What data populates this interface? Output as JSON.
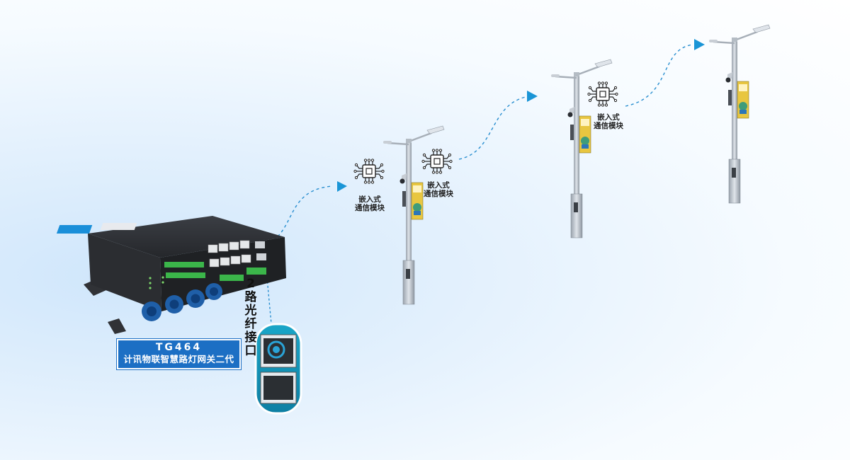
{
  "device": {
    "model": "TG464",
    "name": "计讯物联智慧路灯网关二代"
  },
  "fiber_label": [
    "2",
    "路",
    "光",
    "纤",
    "接",
    "口"
  ],
  "modules": [
    {
      "line1": "嵌入式",
      "line2": "通信模块"
    },
    {
      "line1": "嵌入式",
      "line2": "通信模块"
    },
    {
      "line1": "嵌入式",
      "line2": "通信模块"
    }
  ],
  "colors": {
    "accent_blue": "#1c6fc4",
    "arrow_blue": "#1a95d6",
    "dashed_line": "#2a8fd0",
    "device_body": "#2b2d31",
    "connector_blue": "#1f5fa8",
    "terminal_green": "#3bb54a"
  },
  "icons": [
    "chip-icon",
    "arrow-right-icon",
    "street-lamp-icon",
    "gateway-device",
    "sfp-port-zoom"
  ]
}
